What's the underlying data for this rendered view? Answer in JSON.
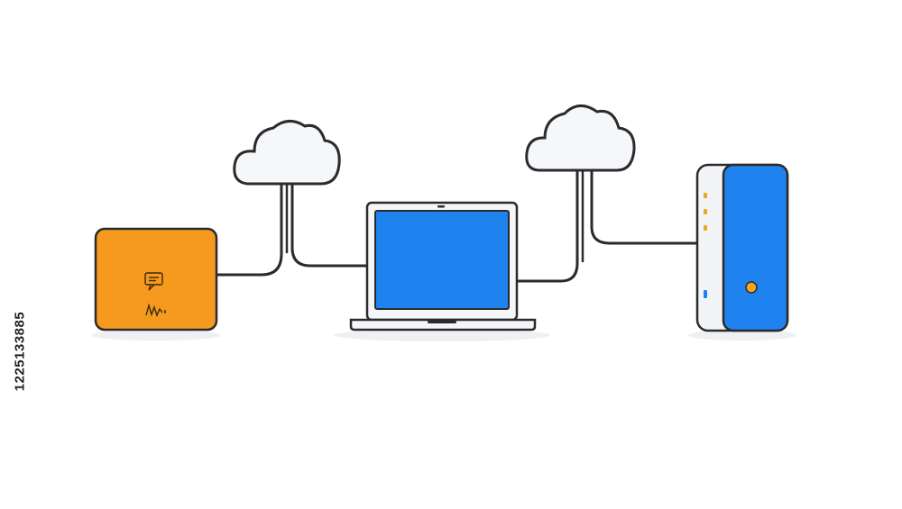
{
  "side_id": "1225133885",
  "colors": {
    "background": "#ffffff",
    "outline": "#2b2b2b",
    "cable": "#2b2b2b",
    "device_orange": "#f59a1e",
    "screen_blue": "#1e82ef",
    "cloud_fill": "#f5f7fa",
    "router_body": "#f2f4f7",
    "led_orange": "#f3a51d",
    "led_blue": "#1e82ef"
  },
  "diagram": {
    "nodes": [
      {
        "id": "gateway",
        "kind": "orange-device",
        "icons": [
          "chat-icon",
          "signal-waves-icon"
        ]
      },
      {
        "id": "cloud-left",
        "kind": "cloud"
      },
      {
        "id": "laptop",
        "kind": "laptop"
      },
      {
        "id": "cloud-right",
        "kind": "cloud"
      },
      {
        "id": "router",
        "kind": "server-tower"
      }
    ],
    "edges": [
      {
        "from": "gateway",
        "to": "cloud-left"
      },
      {
        "from": "cloud-left",
        "to": "laptop"
      },
      {
        "from": "laptop",
        "to": "cloud-right"
      },
      {
        "from": "cloud-right",
        "to": "router"
      }
    ]
  }
}
